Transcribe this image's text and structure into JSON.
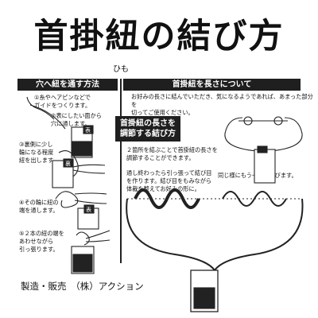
{
  "title": "首掛紐の結び方",
  "ruby": "ひも",
  "left": {
    "heading": "穴へ紐を通す方法",
    "step1": "①糸やヘアピンなどで\nガイドをつくります。",
    "step2": "②表にしたい面から\n穴に通します。",
    "step3": "③裏側に少し\n輪になる程度\n紐を出します。",
    "step4": "④その輪に紐の\n端を通します。",
    "step5": "⑤２本の紐の端を\nあわせながら\n引っ張ります。",
    "tag_front": "表",
    "tag_back": "裏",
    "tag_front2": "表"
  },
  "right_top": {
    "heading": "首掛紐を長さについて",
    "text": "お好みの長さに結んでいただき、気になるようであれば、あまった部分を\n切ってご使用ください。"
  },
  "adjust": {
    "heading_line1": "首掛紐の長さを",
    "heading_line2": "調節する結び方",
    "text1": "２箇所を結ぶことで首掛紐の長さを\n調節することができます。",
    "text2": "通し終わったら引っ張って結び目\nを作ります。結び目をもみながら\n体裁を整えてお好みの形に。",
    "text3": "同じ様にもう一方も結びます。"
  },
  "footer": "製造・販売　（株）アクション",
  "colors": {
    "dark": "#1f1f1f",
    "line": "#222222"
  }
}
